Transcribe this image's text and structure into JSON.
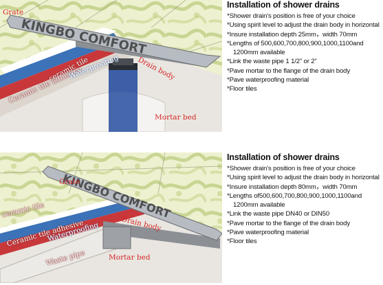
{
  "top": {
    "title": "Installation of shower drains",
    "items": [
      "*Shower drain's position is free of your choice",
      "*Using spirit level to adjust the drain body in horizontal",
      "*Insure installation depth 25mm，width 70mm",
      "*Lengths of 500,600,700,800,900,1000,1100and",
      "1200mm available",
      "*Link the waste pipe 1 1/2”  or 2”",
      "*Pave mortar to the flange of the drain body",
      "*Pave waterproofing material",
      "*Floor tiles"
    ],
    "labels": {
      "grate": "Grate",
      "brand": "KINGBO COMFORT",
      "ceramic_tile": "ceramic tile",
      "adhesive": "Ceramic tile adhesive",
      "waterproofing": "Waterproofing",
      "drain_body": "Drain body",
      "mortar_bed": "Mortar bed"
    }
  },
  "bottom": {
    "title": "Installation of shower drains",
    "items": [
      "*Shower drain's position is free of your choice",
      "*Using spirit level to adjust the drain body in horizontal",
      "*Insure installation depth 80mm，width 70mm",
      "*Lengths of500,600,700,800,900,1000,1100and",
      "1200mm available",
      "*Link the waste pipe DN40 or DIN50",
      "*Pave mortar to the flange of the drain body",
      "*Pave waterproofing material",
      "*Floor tiles"
    ],
    "labels": {
      "grate": "Grate",
      "brand": "KINGBO COMFORT",
      "ceramic_tile": "ceramic tile",
      "adhesive": "Ceramic tile adhesive",
      "waterproofing": "Waterproofing",
      "drain_body": "Drain body",
      "waste_pipe": "Waste pipe",
      "mortar_bed": "Mortar bed"
    }
  },
  "colors": {
    "tile": "#e8edc4",
    "marble": "#b9c97a",
    "grate": "#b7bcc2",
    "adhesive": "#f2f2f2",
    "waterproofing": "#3b72b8",
    "red_layer": "#c8383a",
    "mortar": "#e4e0dc",
    "pipe": "#3c5fa8"
  }
}
